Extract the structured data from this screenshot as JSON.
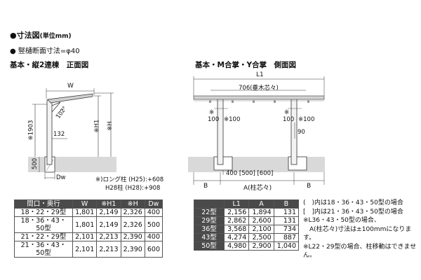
{
  "header": {
    "title": "●寸法図",
    "title_unit": "(単位mm)",
    "post_section": "● 竪樋断面寸法=φ40"
  },
  "front": {
    "heading": "基本・縦2連棟　正面図",
    "labels": {
      "w": "W",
      "r": "102°",
      "h1": "※H1",
      "h": "※H",
      "h1903": "※1903",
      "v132": "132",
      "v500": "500",
      "dw": "Dw"
    },
    "long_post_note1": "※)ロング柱 (H25):+608",
    "long_post_note2": "H28柱 (H28):+908"
  },
  "side": {
    "heading": "基本・M合掌・Y合掌　側面図",
    "labels": {
      "l1": "L1",
      "rafter": "706(垂木芯々)",
      "l100a": "※",
      "l100b": "100",
      "l100c": "※100",
      "r100a": "※",
      "r100b": "100",
      "r100c": "※100",
      "v90": "90",
      "v400": "400 [500] [600]",
      "b_left": "B",
      "a_center": "A(柱芯々)",
      "b_right": "B"
    }
  },
  "table_front": {
    "headers": [
      "間口・奥行",
      "W",
      "※H1",
      "※H",
      "Dw"
    ],
    "rows": [
      [
        "18・22・29型",
        "1,801",
        "2,149",
        "2,326",
        "400"
      ],
      [
        "18・36・43・50型",
        "1,801",
        "2,149",
        "2,326",
        "500"
      ],
      [
        "21・22・29型",
        "2,101",
        "2,213",
        "2,390",
        "400"
      ],
      [
        "21・36・43・50型",
        "2,101",
        "2,213",
        "2,390",
        "600"
      ]
    ]
  },
  "table_side": {
    "headers": [
      "",
      "L1",
      "A",
      "B"
    ],
    "rows": [
      [
        "22型",
        "2,156",
        "1,894",
        "131"
      ],
      [
        "29型",
        "2,862",
        "2,600",
        "131"
      ],
      [
        "36型",
        "3,568",
        "2,100",
        "734"
      ],
      [
        "43型",
        "4,274",
        "2,500",
        "887"
      ],
      [
        "50型",
        "4,980",
        "2,900",
        "1,040"
      ]
    ]
  },
  "notes": [
    "(　)内は18・36・43・50型の場合",
    "[　]内は21・36・43・50型の場合",
    "※L36・43・50型の場合、",
    "　A(柱芯々)寸法は±100mmになります。",
    "※L22・29型の場合、柱移動はできません。"
  ]
}
